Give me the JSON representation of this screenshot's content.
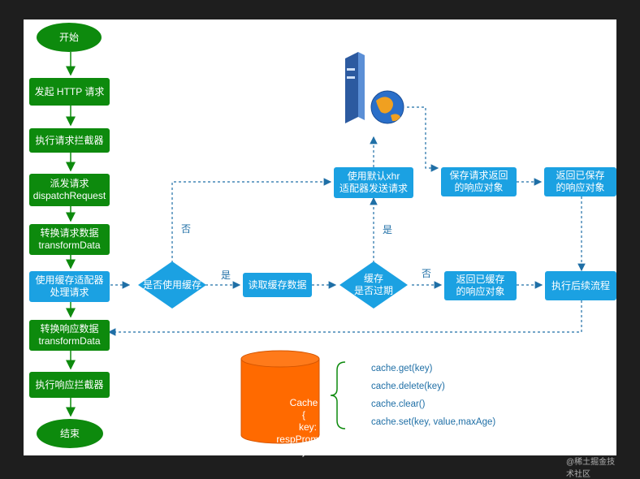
{
  "flow": {
    "start": "开始",
    "send_request": "发起 HTTP 请求",
    "request_interceptor": "执行请求拦截器",
    "dispatch_request": "派发请求\ndispatchRequest",
    "transform_request": "转换请求数据\ntransformData",
    "use_cache_adapter": "使用缓存适配器\n处理请求",
    "transform_response": "转换响应数据\ntransformData",
    "response_interceptor": "执行响应拦截器",
    "end": "结束"
  },
  "cache_flow": {
    "use_cache_question": "是否使用缓存",
    "read_cache": "读取缓存数据",
    "expired_question": "缓存\n是否过期",
    "return_cached": "返回已缓存\n的响应对象",
    "continue_flow": "执行后续流程",
    "default_xhr": "使用默认xhr\n适配器发送请求",
    "save_response": "保存请求返回\n的响应对象",
    "return_saved": "返回已保存\n的响应对象"
  },
  "edge_labels": {
    "no_top": "否",
    "yes_use": "是",
    "yes_expired": "是",
    "no_expired": "否"
  },
  "cache_store": {
    "label": "Cache\n{\n   key:\nrespPromise\n}",
    "methods": [
      "cache.get(key)",
      "cache.delete(key)",
      "cache.clear()",
      "cache.set(key, value,maxAge)"
    ]
  },
  "icons": {
    "server": "server-globe-icon"
  },
  "colors": {
    "green": "#0d8a0d",
    "blue": "#1ba1e2",
    "orange": "#ff6a00",
    "arrow_blue": "#1f6fa6",
    "arrow_green": "#0d8a0d"
  },
  "watermark": "@稀土掘金技术社区"
}
